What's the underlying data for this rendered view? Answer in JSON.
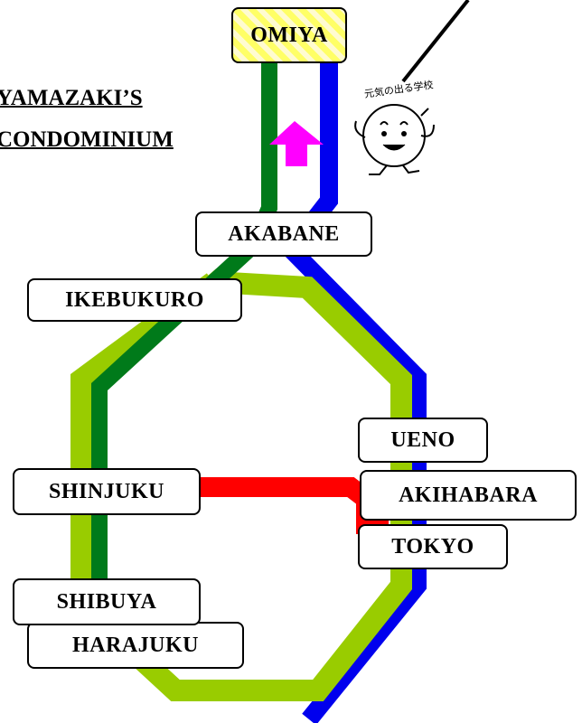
{
  "stations": {
    "omiya": "OMIYA",
    "akabane": "AKABANE",
    "ikebukuro": "IKEBUKURO",
    "ueno": "UENO",
    "shinjuku": "SHINJUKU",
    "akihabara": "AKIHABARA",
    "tokyo": "TOKYO",
    "shibuya": "SHIBUYA",
    "harajuku": "HARAJUKU"
  },
  "title": {
    "line1": "YAMAZAKI’S",
    "line2": "CONDOMINIUM"
  },
  "mascot": {
    "caption": "元気の出る学校",
    "icon": "smiling-ball-mascot-icon"
  },
  "lines": [
    {
      "name_icon": "loop-line",
      "color": "#99cc00"
    },
    {
      "name_icon": "saikyo-line",
      "color": "#007a1a"
    },
    {
      "name_icon": "keihin-line",
      "color": "#0000ee"
    },
    {
      "name_icon": "chuo-line",
      "color": "#ff0000"
    }
  ],
  "direction_arrow": {
    "icon": "up-arrow-icon",
    "color": "#ff00ff"
  }
}
